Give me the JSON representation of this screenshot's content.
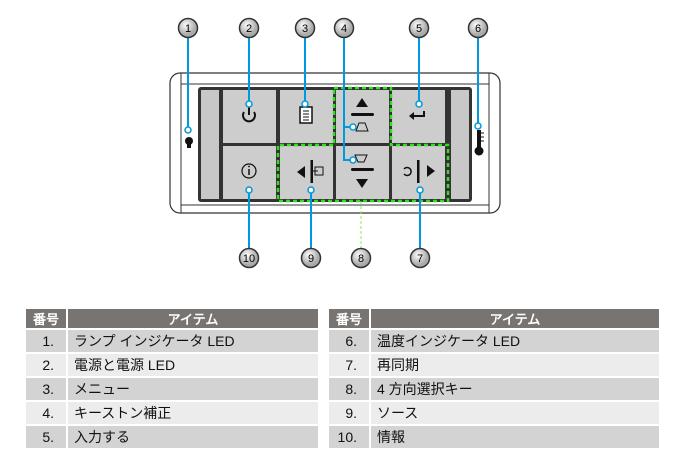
{
  "callouts": [
    "1",
    "2",
    "3",
    "4",
    "5",
    "6",
    "7",
    "8",
    "9",
    "10"
  ],
  "colors": {
    "callout_line": "#0099dd",
    "highlight": "#33dd22",
    "panel": "#333333",
    "button": "#cccccc",
    "header": "#777471"
  },
  "icons": [
    "lamp-led-icon",
    "power-icon",
    "menu-icon",
    "keystone-up-icon",
    "enter-icon",
    "temperature-led-icon",
    "info-icon",
    "source-left-icon",
    "keystone-down-icon",
    "resync-right-icon"
  ],
  "tables": [
    {
      "header": {
        "num": "番号",
        "item": "アイテム"
      },
      "rows": [
        {
          "num": "1.",
          "item": "ランプ インジケータ LED"
        },
        {
          "num": "2.",
          "item": "電源と電源 LED"
        },
        {
          "num": "3.",
          "item": "メニュー"
        },
        {
          "num": "4.",
          "item": "キーストン補正"
        },
        {
          "num": "5.",
          "item": "入力する"
        }
      ]
    },
    {
      "header": {
        "num": "番号",
        "item": "アイテム"
      },
      "rows": [
        {
          "num": "6.",
          "item": "温度インジケータ LED"
        },
        {
          "num": "7.",
          "item": "再同期"
        },
        {
          "num": "8.",
          "item": "4 方向選択キー"
        },
        {
          "num": "9.",
          "item": "ソース"
        },
        {
          "num": "10.",
          "item": "情報"
        }
      ]
    }
  ]
}
